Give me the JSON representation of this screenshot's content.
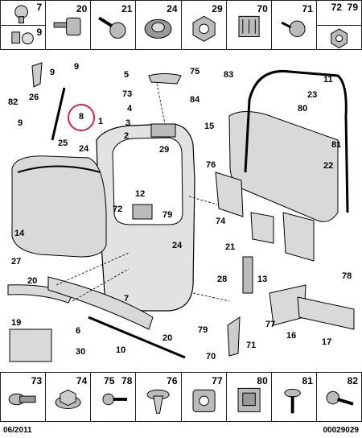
{
  "top_strip": {
    "cells": [
      {
        "labels": [
          "7",
          "9"
        ],
        "icons": [
          "rivet-icon",
          "clip-washer-icon"
        ]
      },
      {
        "labels": [
          "20"
        ],
        "icons": [
          "plug-screw-icon"
        ]
      },
      {
        "labels": [
          "21"
        ],
        "icons": [
          "bolt-washer-icon"
        ]
      },
      {
        "labels": [
          "24"
        ],
        "icons": [
          "grommet-icon"
        ]
      },
      {
        "labels": [
          "29"
        ],
        "icons": [
          "hex-nut-icon"
        ]
      },
      {
        "labels": [
          "70"
        ],
        "icons": [
          "square-clip-icon"
        ]
      },
      {
        "labels": [
          "71"
        ],
        "icons": [
          "pan-screw-icon"
        ]
      },
      {
        "labels": [
          "72",
          "79"
        ],
        "icons": [
          "hex-flange-nut-icon"
        ]
      }
    ]
  },
  "bottom_strip": {
    "cells": [
      {
        "labels": [
          "73"
        ],
        "icons": [
          "flange-bolt-icon"
        ]
      },
      {
        "labels": [
          "74"
        ],
        "icons": [
          "flange-nut-icon"
        ]
      },
      {
        "labels": [
          "75",
          "78"
        ],
        "icons": [
          "screw-icon"
        ]
      },
      {
        "labels": [
          "76"
        ],
        "icons": [
          "push-clip-icon"
        ]
      },
      {
        "labels": [
          "77"
        ],
        "icons": [
          "nut-clip-icon"
        ]
      },
      {
        "labels": [
          "80"
        ],
        "icons": [
          "captive-nut-icon"
        ]
      },
      {
        "labels": [
          "81"
        ],
        "icons": [
          "pin-clip-icon"
        ]
      },
      {
        "labels": [
          "82"
        ],
        "icons": [
          "torx-bolt-icon"
        ]
      }
    ]
  },
  "callouts": [
    {
      "id": "9a",
      "text": "9"
    },
    {
      "id": "82",
      "text": "82"
    },
    {
      "id": "26",
      "text": "26"
    },
    {
      "id": "9b",
      "text": "9"
    },
    {
      "id": "8",
      "text": "8"
    },
    {
      "id": "9c",
      "text": "9"
    },
    {
      "id": "25",
      "text": "25"
    },
    {
      "id": "24a",
      "text": "24"
    },
    {
      "id": "1",
      "text": "1"
    },
    {
      "id": "14",
      "text": "14"
    },
    {
      "id": "27",
      "text": "27"
    },
    {
      "id": "20a",
      "text": "20"
    },
    {
      "id": "19",
      "text": "19"
    },
    {
      "id": "6",
      "text": "6"
    },
    {
      "id": "30",
      "text": "30"
    },
    {
      "id": "10",
      "text": "10"
    },
    {
      "id": "5",
      "text": "5"
    },
    {
      "id": "75",
      "text": "75"
    },
    {
      "id": "73",
      "text": "73"
    },
    {
      "id": "4",
      "text": "4"
    },
    {
      "id": "3",
      "text": "3"
    },
    {
      "id": "2",
      "text": "2"
    },
    {
      "id": "29",
      "text": "29"
    },
    {
      "id": "72",
      "text": "72"
    },
    {
      "id": "12",
      "text": "12"
    },
    {
      "id": "79a",
      "text": "79"
    },
    {
      "id": "24b",
      "text": "24"
    },
    {
      "id": "7",
      "text": "7"
    },
    {
      "id": "20b",
      "text": "20"
    },
    {
      "id": "79b",
      "text": "79"
    },
    {
      "id": "70",
      "text": "70"
    },
    {
      "id": "71",
      "text": "71"
    },
    {
      "id": "83",
      "text": "83"
    },
    {
      "id": "84",
      "text": "84"
    },
    {
      "id": "15",
      "text": "15"
    },
    {
      "id": "76",
      "text": "76"
    },
    {
      "id": "74",
      "text": "74"
    },
    {
      "id": "21",
      "text": "21"
    },
    {
      "id": "28",
      "text": "28"
    },
    {
      "id": "13",
      "text": "13"
    },
    {
      "id": "11",
      "text": "11"
    },
    {
      "id": "23",
      "text": "23"
    },
    {
      "id": "80",
      "text": "80"
    },
    {
      "id": "81",
      "text": "81"
    },
    {
      "id": "22",
      "text": "22"
    },
    {
      "id": "78",
      "text": "78"
    },
    {
      "id": "77",
      "text": "77"
    },
    {
      "id": "16",
      "text": "16"
    },
    {
      "id": "17",
      "text": "17"
    }
  ],
  "footer": {
    "date": "06/2011",
    "ref": "00029029"
  },
  "colors": {
    "line": "#000000",
    "panel_fill": "#d9d9d9",
    "highlight_circle": "#d9263a"
  }
}
